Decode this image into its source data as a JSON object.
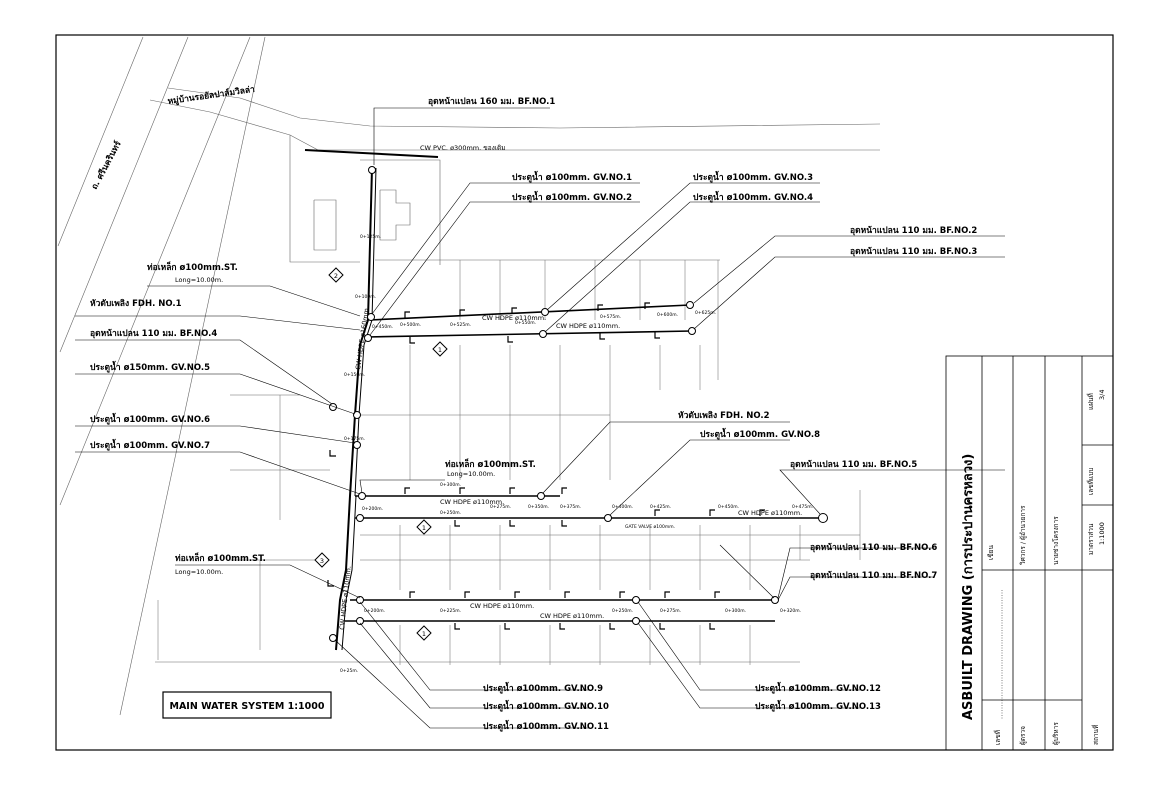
{
  "title_block": {
    "drawing_title": "ASBUILT DRAWING  (การประปานครหลวง)",
    "cells": [
      "เขียน",
      "วิศวกร / ผู้อำนวยการ",
      "นายช่างโครงการ",
      "มาตราส่วน",
      "1:1000",
      "เลขที่แบบ",
      "แผ่นที่",
      "3/4",
      "เลขที่",
      "ผู้ตรวจ",
      "ผู้บริหาร",
      "สถานที่"
    ]
  },
  "plan_title": "MAIN WATER SYSTEM 1:1000",
  "streets": {
    "left": "ถ. ศรีนครินทร์",
    "village": "หมู่บ้านรอยัลปาล์มวิลล่า"
  },
  "labels": [
    "อุดหน้าแปลน 160 มม. BF.NO.1",
    "ประตูน้ำ ø100mm. GV.NO.1",
    "ประตูน้ำ ø100mm. GV.NO.2",
    "ประตูน้ำ ø100mm. GV.NO.3",
    "ประตูน้ำ ø100mm. GV.NO.4",
    "อุดหน้าแปลน 110 มม. BF.NO.2",
    "อุดหน้าแปลน 110 มม. BF.NO.3",
    "ท่อเหล็ก ø100mm.ST.",
    "Long=10.00m.",
    "หัวดับเพลิง FDH. NO.1",
    "อุดหน้าแปลน 110 มม. BF.NO.4",
    "ประตูน้ำ ø150mm. GV.NO.5",
    "ประตูน้ำ ø100mm. GV.NO.6",
    "ประตูน้ำ ø100mm. GV.NO.7",
    "หัวดับเพลิง FDH. NO.2",
    "ประตูน้ำ ø100mm. GV.NO.8",
    "ท่อเหล็ก ø100mm.ST.",
    "Long=10.00m.",
    "อุดหน้าแปลน 110 มม. BF.NO.5",
    "ท่อเหล็ก ø100mm.ST.",
    "Long=10.00m.",
    "อุดหน้าแปลน 110 มม. BF.NO.6",
    "อุดหน้าแปลน 110 มม. BF.NO.7",
    "ประตูน้ำ ø100mm. GV.NO.9",
    "ประตูน้ำ ø100mm. GV.NO.10",
    "ประตูน้ำ ø100mm. GV.NO.11",
    "ประตูน้ำ ø100mm. GV.NO.12",
    "ประตูน้ำ ø100mm. GV.NO.13"
  ],
  "pipes": {
    "existing": "CW PVC. ø300mm. ของเดิม",
    "main_vertical": "CW HDPE ø160mm.",
    "branch_a": "CW HDPE ø110mm.",
    "branch_b": "CW HDPE ø110mm.",
    "branch_c": "CW HDPE ø110mm.",
    "branch_d": "CW HDPE ø110mm.",
    "branch_e": "CW HDPE ø110mm.",
    "branch_f": "CW HDPE ø110mm.",
    "lower_vertical": "CW HDPE ø110mm.",
    "gate_valve_note": "GATE VALVE ø100mm."
  },
  "markers": [
    "1",
    "1",
    "1",
    "2",
    "3"
  ],
  "chainages": [
    "0+450m.",
    "0+500m.",
    "0+525m.",
    "0+550m.",
    "0+575m.",
    "0+600m.",
    "0+625m.",
    "0+250m.",
    "0+275m.",
    "0+300m.",
    "0+350m.",
    "0+375m.",
    "0+400m.",
    "0+425m.",
    "0+450m.",
    "0+475m.",
    "0+200m.",
    "0+200m.",
    "0+225m.",
    "0+250m.",
    "0+275m.",
    "0+300m.",
    "0+320m.",
    "0+150m.",
    "0+100m.",
    "0+175m.",
    "0+125m.",
    "0+25m."
  ]
}
